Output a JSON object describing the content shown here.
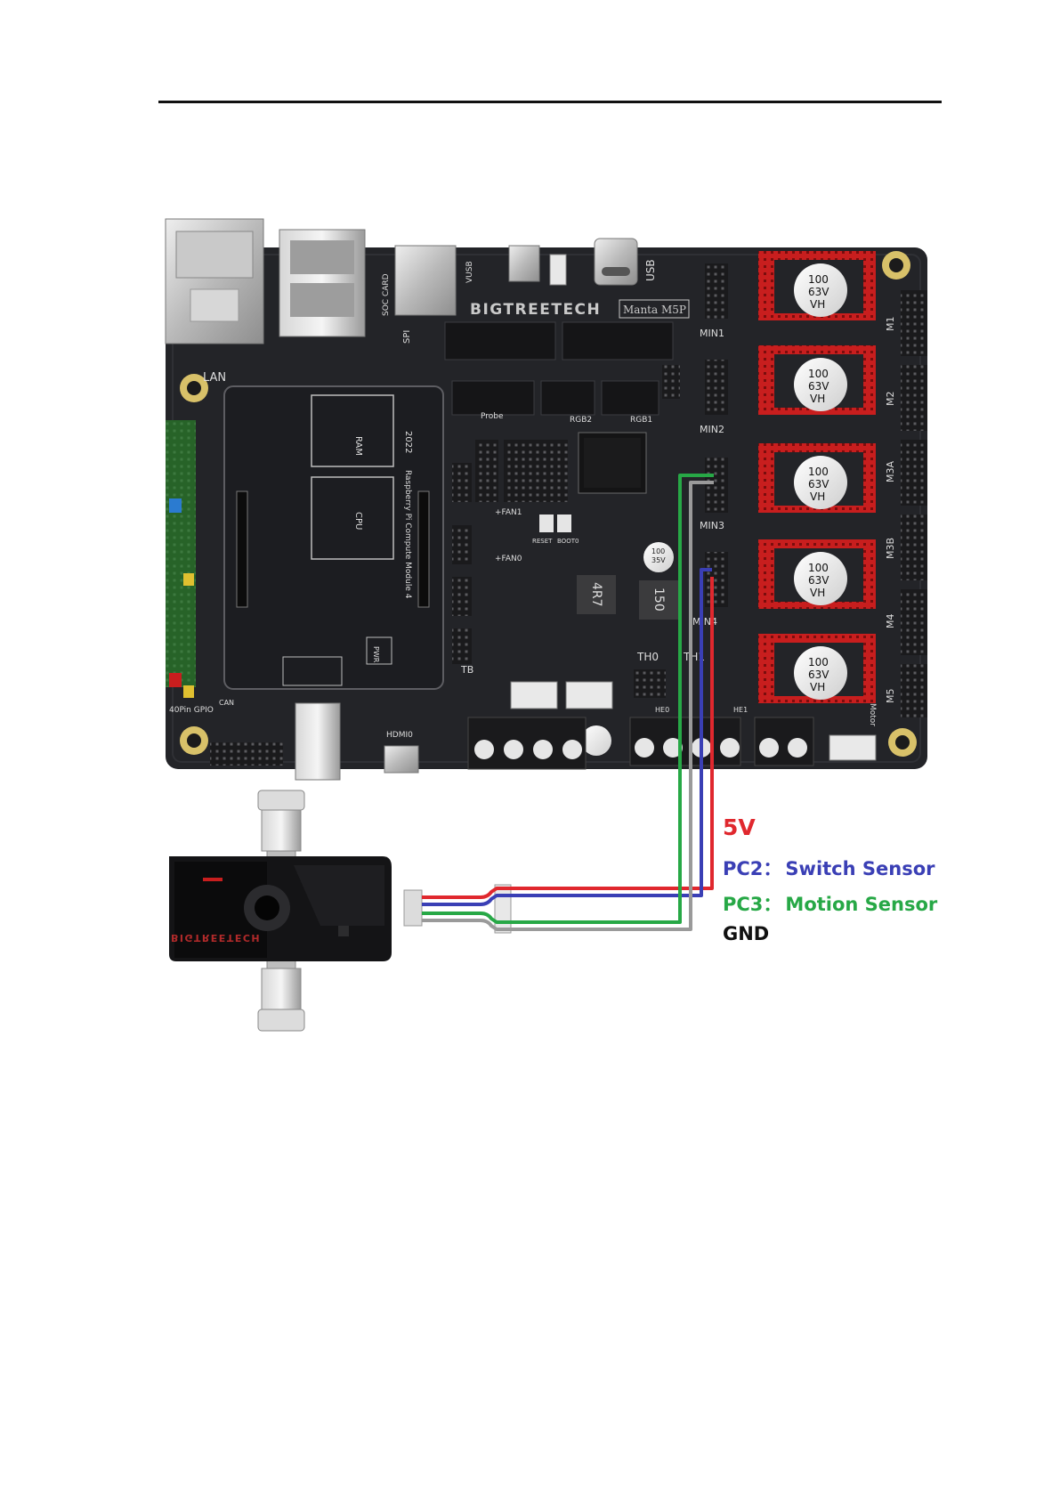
{
  "board": {
    "brand": "BIGTREETECH",
    "model": "Manta M5P",
    "year": "2022",
    "compute_module": "Raspberry Pi Compute Module 4",
    "port_labels": {
      "lan": "LAN",
      "soc_card": "SOC CARD",
      "spi": "SPI",
      "vusb": "VUSB",
      "usb": "USB",
      "min1": "MIN1",
      "min2": "MIN2",
      "min3": "MIN3",
      "min4": "MIN4",
      "m1": "M1",
      "m2": "M2",
      "m3a": "M3A",
      "m3b": "M3B",
      "m4": "M4",
      "m5": "M5",
      "motor": "Motor",
      "probe": "Probe",
      "rgb1": "RGB1",
      "rgb2": "RGB2",
      "fan0": "+FAN0",
      "fan1": "+FAN1",
      "tb": "TB",
      "th0": "TH0",
      "th1": "TH1",
      "he0": "HE0",
      "he1": "HE1",
      "hdmi": "HDMI0",
      "gpio": "40Pin GPIO",
      "can": "CAN",
      "ram": "RAM",
      "cpu": "CPU",
      "pwr": "PWR",
      "inductor1": "4R7",
      "inductor2": "150",
      "reset": "RESET",
      "boot": "BOOT0"
    },
    "capacitor_text": [
      "100",
      "63V",
      "VH"
    ],
    "small_cap_text": [
      "100",
      "35V"
    ]
  },
  "sensor": {
    "brand": "BIGTREETECH"
  },
  "legend": {
    "v5": "5V",
    "pc2_pin": "PC2：",
    "pc2_desc": "Switch Sensor",
    "pc3_pin": "PC3：",
    "pc3_desc": "Motion Sensor",
    "gnd": "GND"
  },
  "colors": {
    "wire_5v": "#e0282e",
    "wire_pc2": "#3a3fb5",
    "wire_pc3": "#27a846",
    "wire_gnd": "#9a9a9a",
    "pcb": "#222428",
    "header_red": "#c81e1e",
    "header_green": "#3aa63a"
  }
}
